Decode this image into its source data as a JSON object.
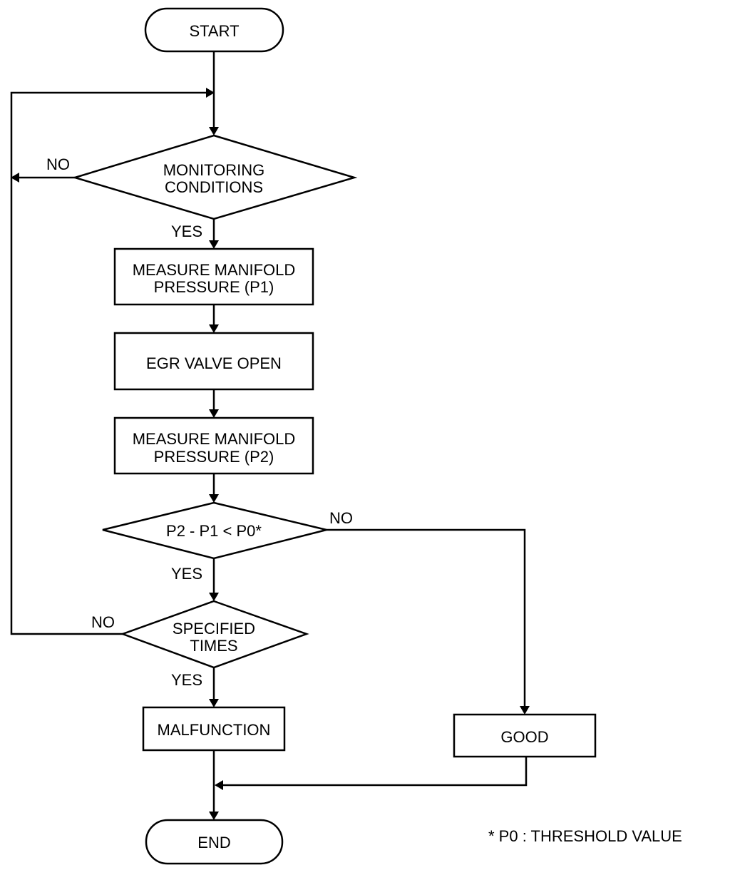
{
  "nodes": {
    "start": "START",
    "monitoring_conditions": [
      "MONITORING",
      "CONDITIONS"
    ],
    "measure_p1": [
      "MEASURE MANIFOLD",
      "PRESSURE (P1)"
    ],
    "egr_valve_open": "EGR VALVE OPEN",
    "measure_p2": [
      "MEASURE MANIFOLD",
      "PRESSURE (P2)"
    ],
    "compare": "P2 - P1 < P0*",
    "specified_times": [
      "SPECIFIED",
      "TIMES"
    ],
    "malfunction": "MALFUNCTION",
    "good": "GOOD",
    "end": "END"
  },
  "edge_labels": {
    "monitoring_no": "NO",
    "monitoring_yes": "YES",
    "compare_no": "NO",
    "compare_yes": "YES",
    "specified_no": "NO",
    "specified_yes": "YES"
  },
  "footnote": "* P0 : THRESHOLD VALUE"
}
